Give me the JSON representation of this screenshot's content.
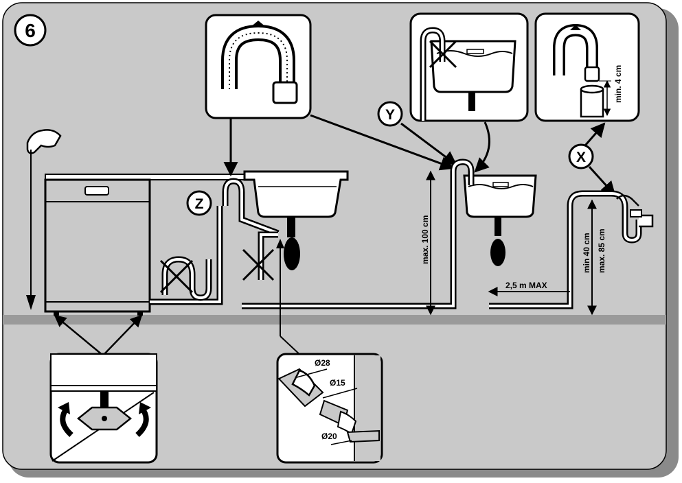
{
  "step": {
    "number": "6"
  },
  "markers": {
    "z": "Z",
    "y": "Y",
    "x": "X"
  },
  "dimensions": {
    "max_height": "max. 100 cm",
    "max_length": "2,5 m MAX",
    "min_height": "min 40 cm",
    "max_height_2": "max. 85 cm",
    "min_insert": "min. 4 cm"
  },
  "diameters": {
    "d28": "Ø28",
    "d15": "Ø15",
    "d20": "Ø20"
  },
  "colors": {
    "panel": "#c9c9c9",
    "floor": "#9a9a9a",
    "frame": "#8a8a8a",
    "ink": "#000000",
    "box": "#ffffff"
  }
}
